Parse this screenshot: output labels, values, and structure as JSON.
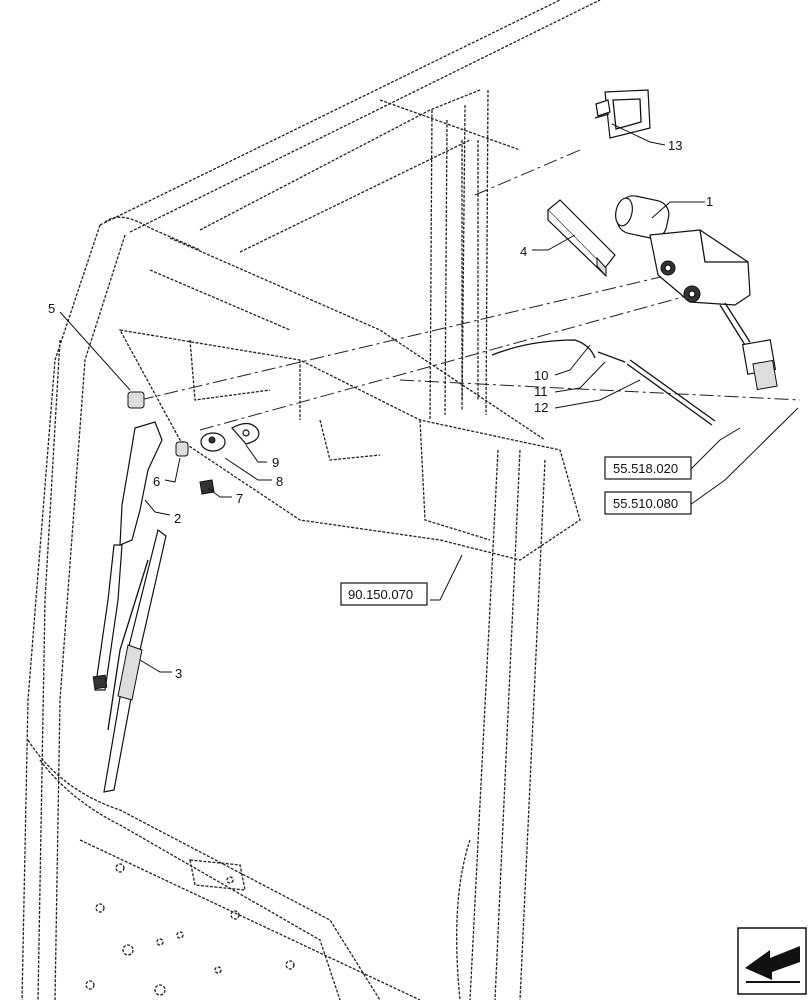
{
  "callouts": {
    "c1": "1",
    "c2": "2",
    "c3": "3",
    "c4": "4",
    "c5": "5",
    "c6": "6",
    "c7": "7",
    "c8": "8",
    "c9": "9",
    "c10": "10",
    "c11": "11",
    "c12": "12",
    "c13": "13"
  },
  "references": {
    "ref_a": "55.518.020",
    "ref_b": "55.510.080",
    "ref_c": "90.150.070"
  },
  "icons": {
    "nav": "page-forward-arrow-icon"
  }
}
